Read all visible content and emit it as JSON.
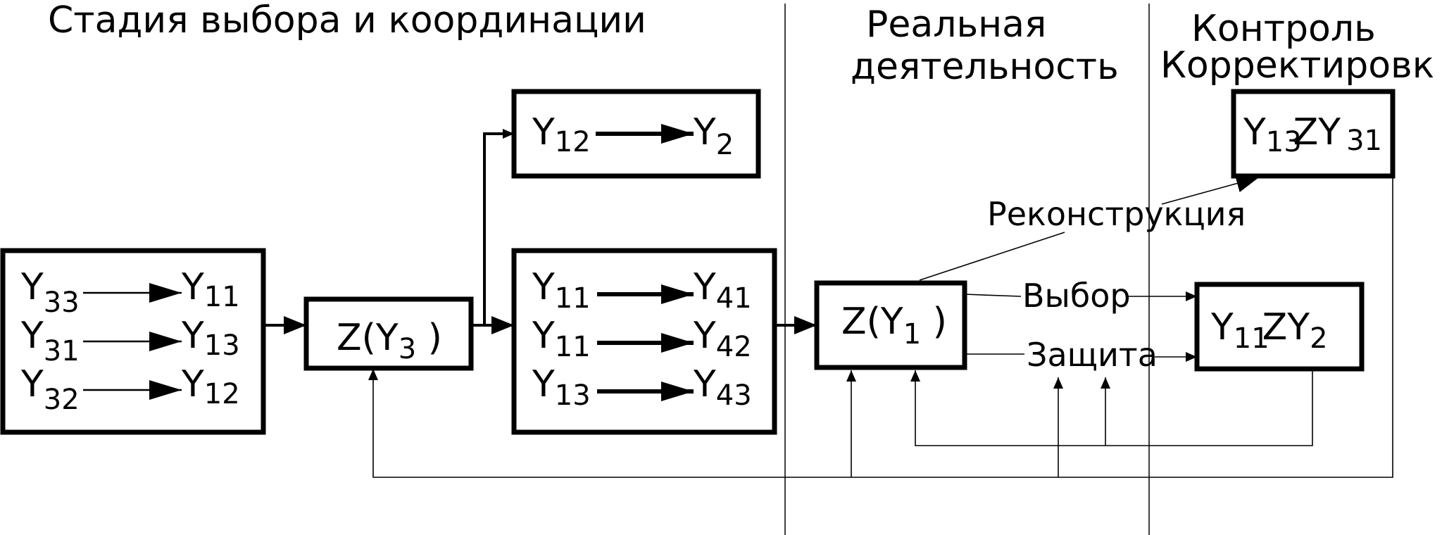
{
  "colors": {
    "ink": "#000000",
    "background": "#ffffff"
  },
  "headers": {
    "stage": "Стадия  выбора и координации",
    "real_line1": "Реальная",
    "real_line2": "деятельность",
    "control_line1": "Контроль",
    "control_line2": "Корректировк"
  },
  "boxes": {
    "left": {
      "rows": [
        {
          "from": "Y",
          "from_sub": "33",
          "to": "Y",
          "to_sub": "11"
        },
        {
          "from": "Y",
          "from_sub": "31",
          "to": "Y",
          "to_sub": "13"
        },
        {
          "from": "Y",
          "from_sub": "32",
          "to": "Y",
          "to_sub": "12"
        }
      ]
    },
    "zy3": {
      "pre": "Z(Y",
      "sub": "3",
      "post": " )"
    },
    "top": {
      "from": "Y",
      "from_sub": "12",
      "to": "Y",
      "to_sub": "2"
    },
    "mid": {
      "rows": [
        {
          "from": "Y",
          "from_sub": "11",
          "to": "Y",
          "to_sub": "41"
        },
        {
          "from": "Y",
          "from_sub": "11",
          "to": "Y",
          "to_sub": "42"
        },
        {
          "from": "Y",
          "from_sub": "13",
          "to": "Y",
          "to_sub": "43"
        }
      ]
    },
    "zy1": {
      "pre": "Z(Y",
      "sub": "1",
      "post": " )"
    },
    "topright": {
      "a": "Y",
      "a_sub": "13",
      "b": "ZY",
      "b_sub": "31"
    },
    "right": {
      "a": "Y",
      "a_sub": "11",
      "b": "ZY",
      "b_sub": "2"
    }
  },
  "labels": {
    "reconstruction": "Реконструкция",
    "choice": "Выбор",
    "protection": "Защита"
  }
}
